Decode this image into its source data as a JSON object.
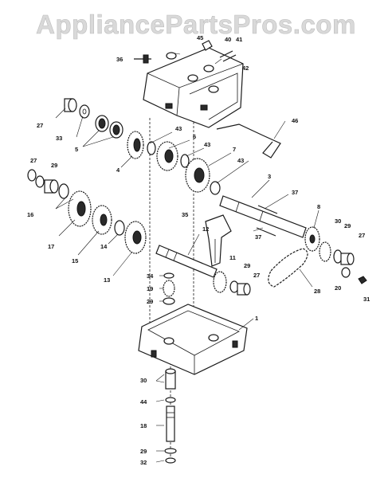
{
  "watermark": "AppliancePartsPros.com",
  "labels": {
    "l1": "1",
    "l3": "3",
    "l4": "4",
    "l5": "5",
    "l6": "6",
    "l7": "7",
    "l8": "8",
    "l11": "11",
    "l12": "12",
    "l13": "13",
    "l14": "14",
    "l15": "15",
    "l16": "16",
    "l17": "17",
    "l18": "18",
    "l19": "19",
    "l20": "20",
    "l27a": "27",
    "l27b": "27",
    "l27c": "27",
    "l27d": "27",
    "l28": "28",
    "l29a": "29",
    "l29b": "29",
    "l29c": "29",
    "l29d": "29",
    "l29e": "29",
    "l30a": "30",
    "l30b": "30",
    "l31": "31",
    "l32": "32",
    "l33": "33",
    "l34": "34",
    "l35": "35",
    "l36": "36",
    "l37a": "37",
    "l37b": "37",
    "l40": "40",
    "l41": "41",
    "l42": "42",
    "l43a": "43",
    "l43b": "43",
    "l43c": "43",
    "l44": "44",
    "l45": "45",
    "l46": "46"
  },
  "colors": {
    "ink": "#1a1a1a",
    "watermark": "#d9d9d9"
  }
}
